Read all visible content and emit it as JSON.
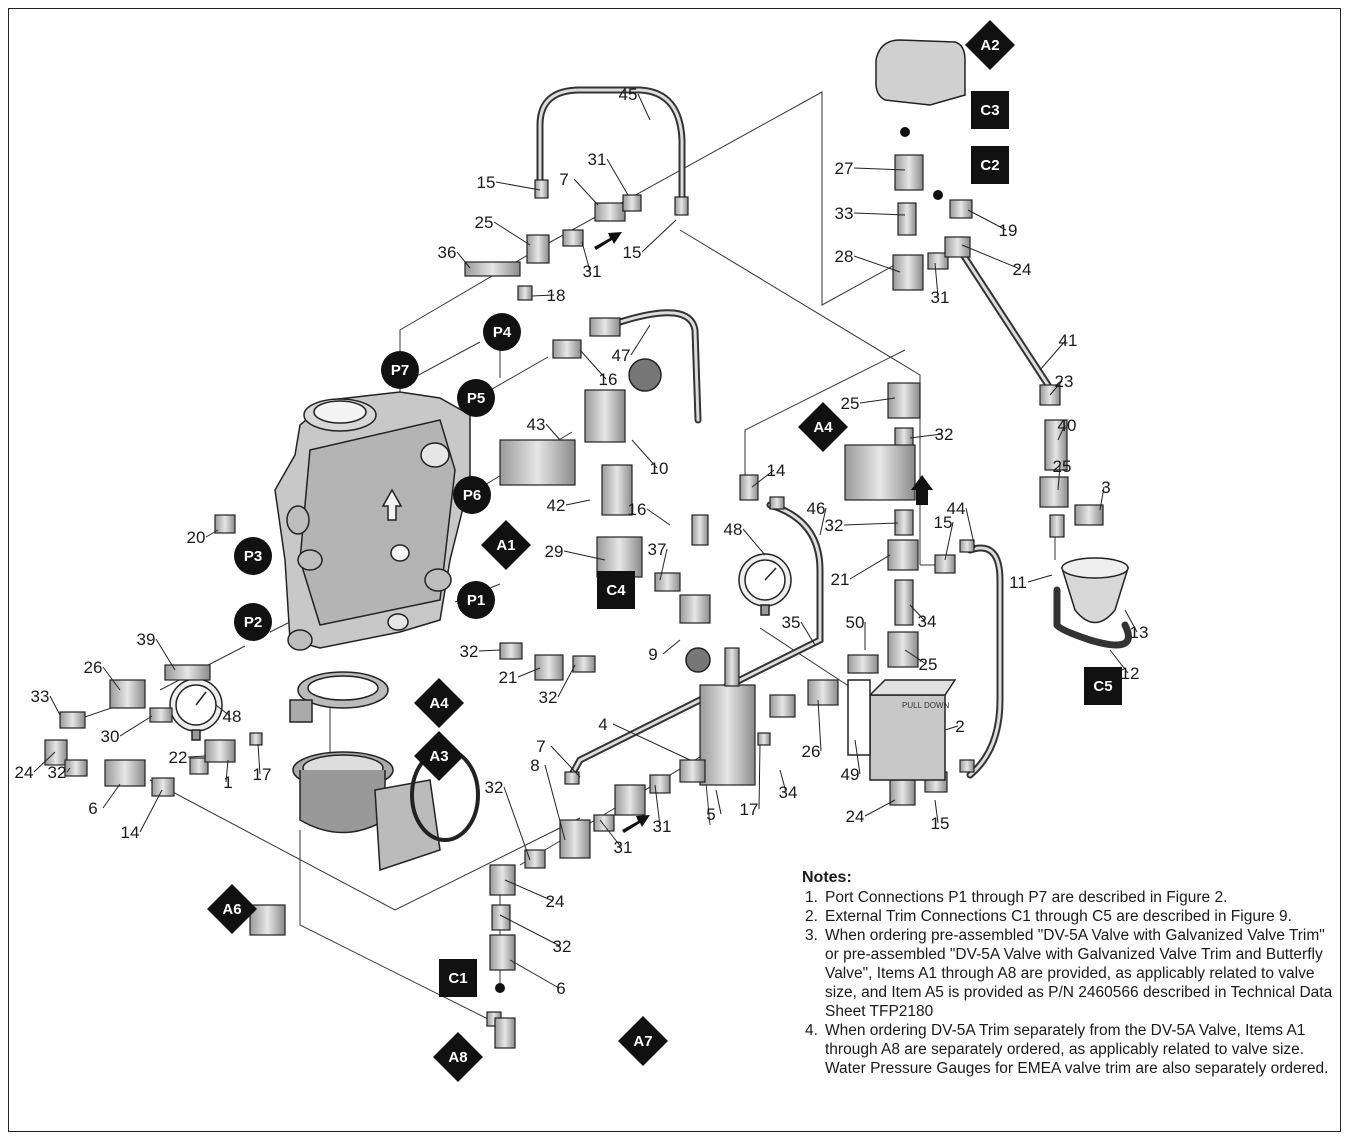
{
  "callouts": [
    {
      "id": "45",
      "t": "45"
    },
    {
      "id": "31a",
      "t": "31"
    },
    {
      "id": "7a",
      "t": "7"
    },
    {
      "id": "15a",
      "t": "15"
    },
    {
      "id": "25a",
      "t": "25"
    },
    {
      "id": "36",
      "t": "36"
    },
    {
      "id": "31b",
      "t": "31"
    },
    {
      "id": "15b",
      "t": "15"
    },
    {
      "id": "18",
      "t": "18"
    },
    {
      "id": "47",
      "t": "47"
    },
    {
      "id": "16a",
      "t": "16"
    },
    {
      "id": "43",
      "t": "43"
    },
    {
      "id": "10",
      "t": "10"
    },
    {
      "id": "42",
      "t": "42"
    },
    {
      "id": "29",
      "t": "29"
    },
    {
      "id": "37",
      "t": "37"
    },
    {
      "id": "16b",
      "t": "16"
    },
    {
      "id": "9",
      "t": "9"
    },
    {
      "id": "20",
      "t": "20"
    },
    {
      "id": "39",
      "t": "39"
    },
    {
      "id": "26a",
      "t": "26"
    },
    {
      "id": "33a",
      "t": "33"
    },
    {
      "id": "30",
      "t": "30"
    },
    {
      "id": "48a",
      "t": "48"
    },
    {
      "id": "22",
      "t": "22"
    },
    {
      "id": "1",
      "t": "1"
    },
    {
      "id": "17a",
      "t": "17"
    },
    {
      "id": "24a",
      "t": "24"
    },
    {
      "id": "32a",
      "t": "32"
    },
    {
      "id": "6a",
      "t": "6"
    },
    {
      "id": "14a",
      "t": "14"
    },
    {
      "id": "32b",
      "t": "32"
    },
    {
      "id": "21a",
      "t": "21"
    },
    {
      "id": "32c",
      "t": "32"
    },
    {
      "id": "4",
      "t": "4"
    },
    {
      "id": "7b",
      "t": "7"
    },
    {
      "id": "8",
      "t": "8"
    },
    {
      "id": "32d",
      "t": "32"
    },
    {
      "id": "5",
      "t": "5"
    },
    {
      "id": "17b",
      "t": "17"
    },
    {
      "id": "31c",
      "t": "31"
    },
    {
      "id": "31d",
      "t": "31"
    },
    {
      "id": "24b",
      "t": "24"
    },
    {
      "id": "32e",
      "t": "32"
    },
    {
      "id": "6b",
      "t": "6"
    },
    {
      "id": "27",
      "t": "27"
    },
    {
      "id": "33b",
      "t": "33"
    },
    {
      "id": "19",
      "t": "19"
    },
    {
      "id": "28",
      "t": "28"
    },
    {
      "id": "31e",
      "t": "31"
    },
    {
      "id": "24c",
      "t": "24"
    },
    {
      "id": "41",
      "t": "41"
    },
    {
      "id": "23",
      "t": "23"
    },
    {
      "id": "25b",
      "t": "25"
    },
    {
      "id": "32f",
      "t": "32"
    },
    {
      "id": "40",
      "t": "40"
    },
    {
      "id": "25c",
      "t": "25"
    },
    {
      "id": "3",
      "t": "3"
    },
    {
      "id": "14b",
      "t": "14"
    },
    {
      "id": "46",
      "t": "46"
    },
    {
      "id": "15c",
      "t": "15"
    },
    {
      "id": "44",
      "t": "44"
    },
    {
      "id": "32g",
      "t": "32"
    },
    {
      "id": "21b",
      "t": "21"
    },
    {
      "id": "48b",
      "t": "48"
    },
    {
      "id": "34a",
      "t": "34"
    },
    {
      "id": "11",
      "t": "11"
    },
    {
      "id": "13",
      "t": "13"
    },
    {
      "id": "12",
      "t": "12"
    },
    {
      "id": "35",
      "t": "35"
    },
    {
      "id": "50",
      "t": "50"
    },
    {
      "id": "25d",
      "t": "25"
    },
    {
      "id": "26b",
      "t": "26"
    },
    {
      "id": "34b",
      "t": "34"
    },
    {
      "id": "49",
      "t": "49"
    },
    {
      "id": "2",
      "t": "2"
    },
    {
      "id": "24d",
      "t": "24"
    },
    {
      "id": "15d",
      "t": "15"
    }
  ],
  "tags": [
    {
      "id": "A2",
      "t": "A2",
      "shape": "diamond"
    },
    {
      "id": "C3",
      "t": "C3",
      "shape": "square"
    },
    {
      "id": "C2",
      "t": "C2",
      "shape": "square"
    },
    {
      "id": "P4",
      "t": "P4",
      "shape": "circle"
    },
    {
      "id": "P7",
      "t": "P7",
      "shape": "circle"
    },
    {
      "id": "P5",
      "t": "P5",
      "shape": "circle"
    },
    {
      "id": "A4a",
      "t": "A4",
      "shape": "diamond"
    },
    {
      "id": "P6",
      "t": "P6",
      "shape": "circle"
    },
    {
      "id": "A1",
      "t": "A1",
      "shape": "diamond"
    },
    {
      "id": "P3",
      "t": "P3",
      "shape": "circle"
    },
    {
      "id": "P1",
      "t": "P1",
      "shape": "circle"
    },
    {
      "id": "C4",
      "t": "C4",
      "shape": "square"
    },
    {
      "id": "P2",
      "t": "P2",
      "shape": "circle"
    },
    {
      "id": "A4b",
      "t": "A4",
      "shape": "diamond"
    },
    {
      "id": "A3",
      "t": "A3",
      "shape": "diamond"
    },
    {
      "id": "A6",
      "t": "A6",
      "shape": "diamond"
    },
    {
      "id": "C1",
      "t": "C1",
      "shape": "square"
    },
    {
      "id": "A8",
      "t": "A8",
      "shape": "diamond"
    },
    {
      "id": "A7",
      "t": "A7",
      "shape": "diamond"
    },
    {
      "id": "C5",
      "t": "C5",
      "shape": "square"
    }
  ],
  "notes": {
    "heading": "Notes:",
    "items": [
      {
        "n": "1.",
        "text": "Port Connections P1 through P7 are described in Figure 2."
      },
      {
        "n": "2.",
        "text": "External Trim Connections C1 through C5 are described in Figure 9."
      },
      {
        "n": "3.",
        "text": "When ordering pre-assembled \"DV-5A Valve with Galvanized Valve Trim\" or pre-assembled \"DV-5A Valve with Galvanized Valve Trim and Butterfly Valve\", Items A1 through A8 are provided, as applicably related to valve size, and Item A5 is provided as P/N 2460566 described in Technical Data Sheet TFP2180"
      },
      {
        "n": "4.",
        "text": "When ordering DV-5A Trim separately from the DV-5A Valve, Items A1 through A8 are separately ordered, as applicably related to valve size. Water Pressure Gauges for EMEA valve trim are also separately ordered."
      }
    ]
  },
  "box_label": "PULL DOWN"
}
